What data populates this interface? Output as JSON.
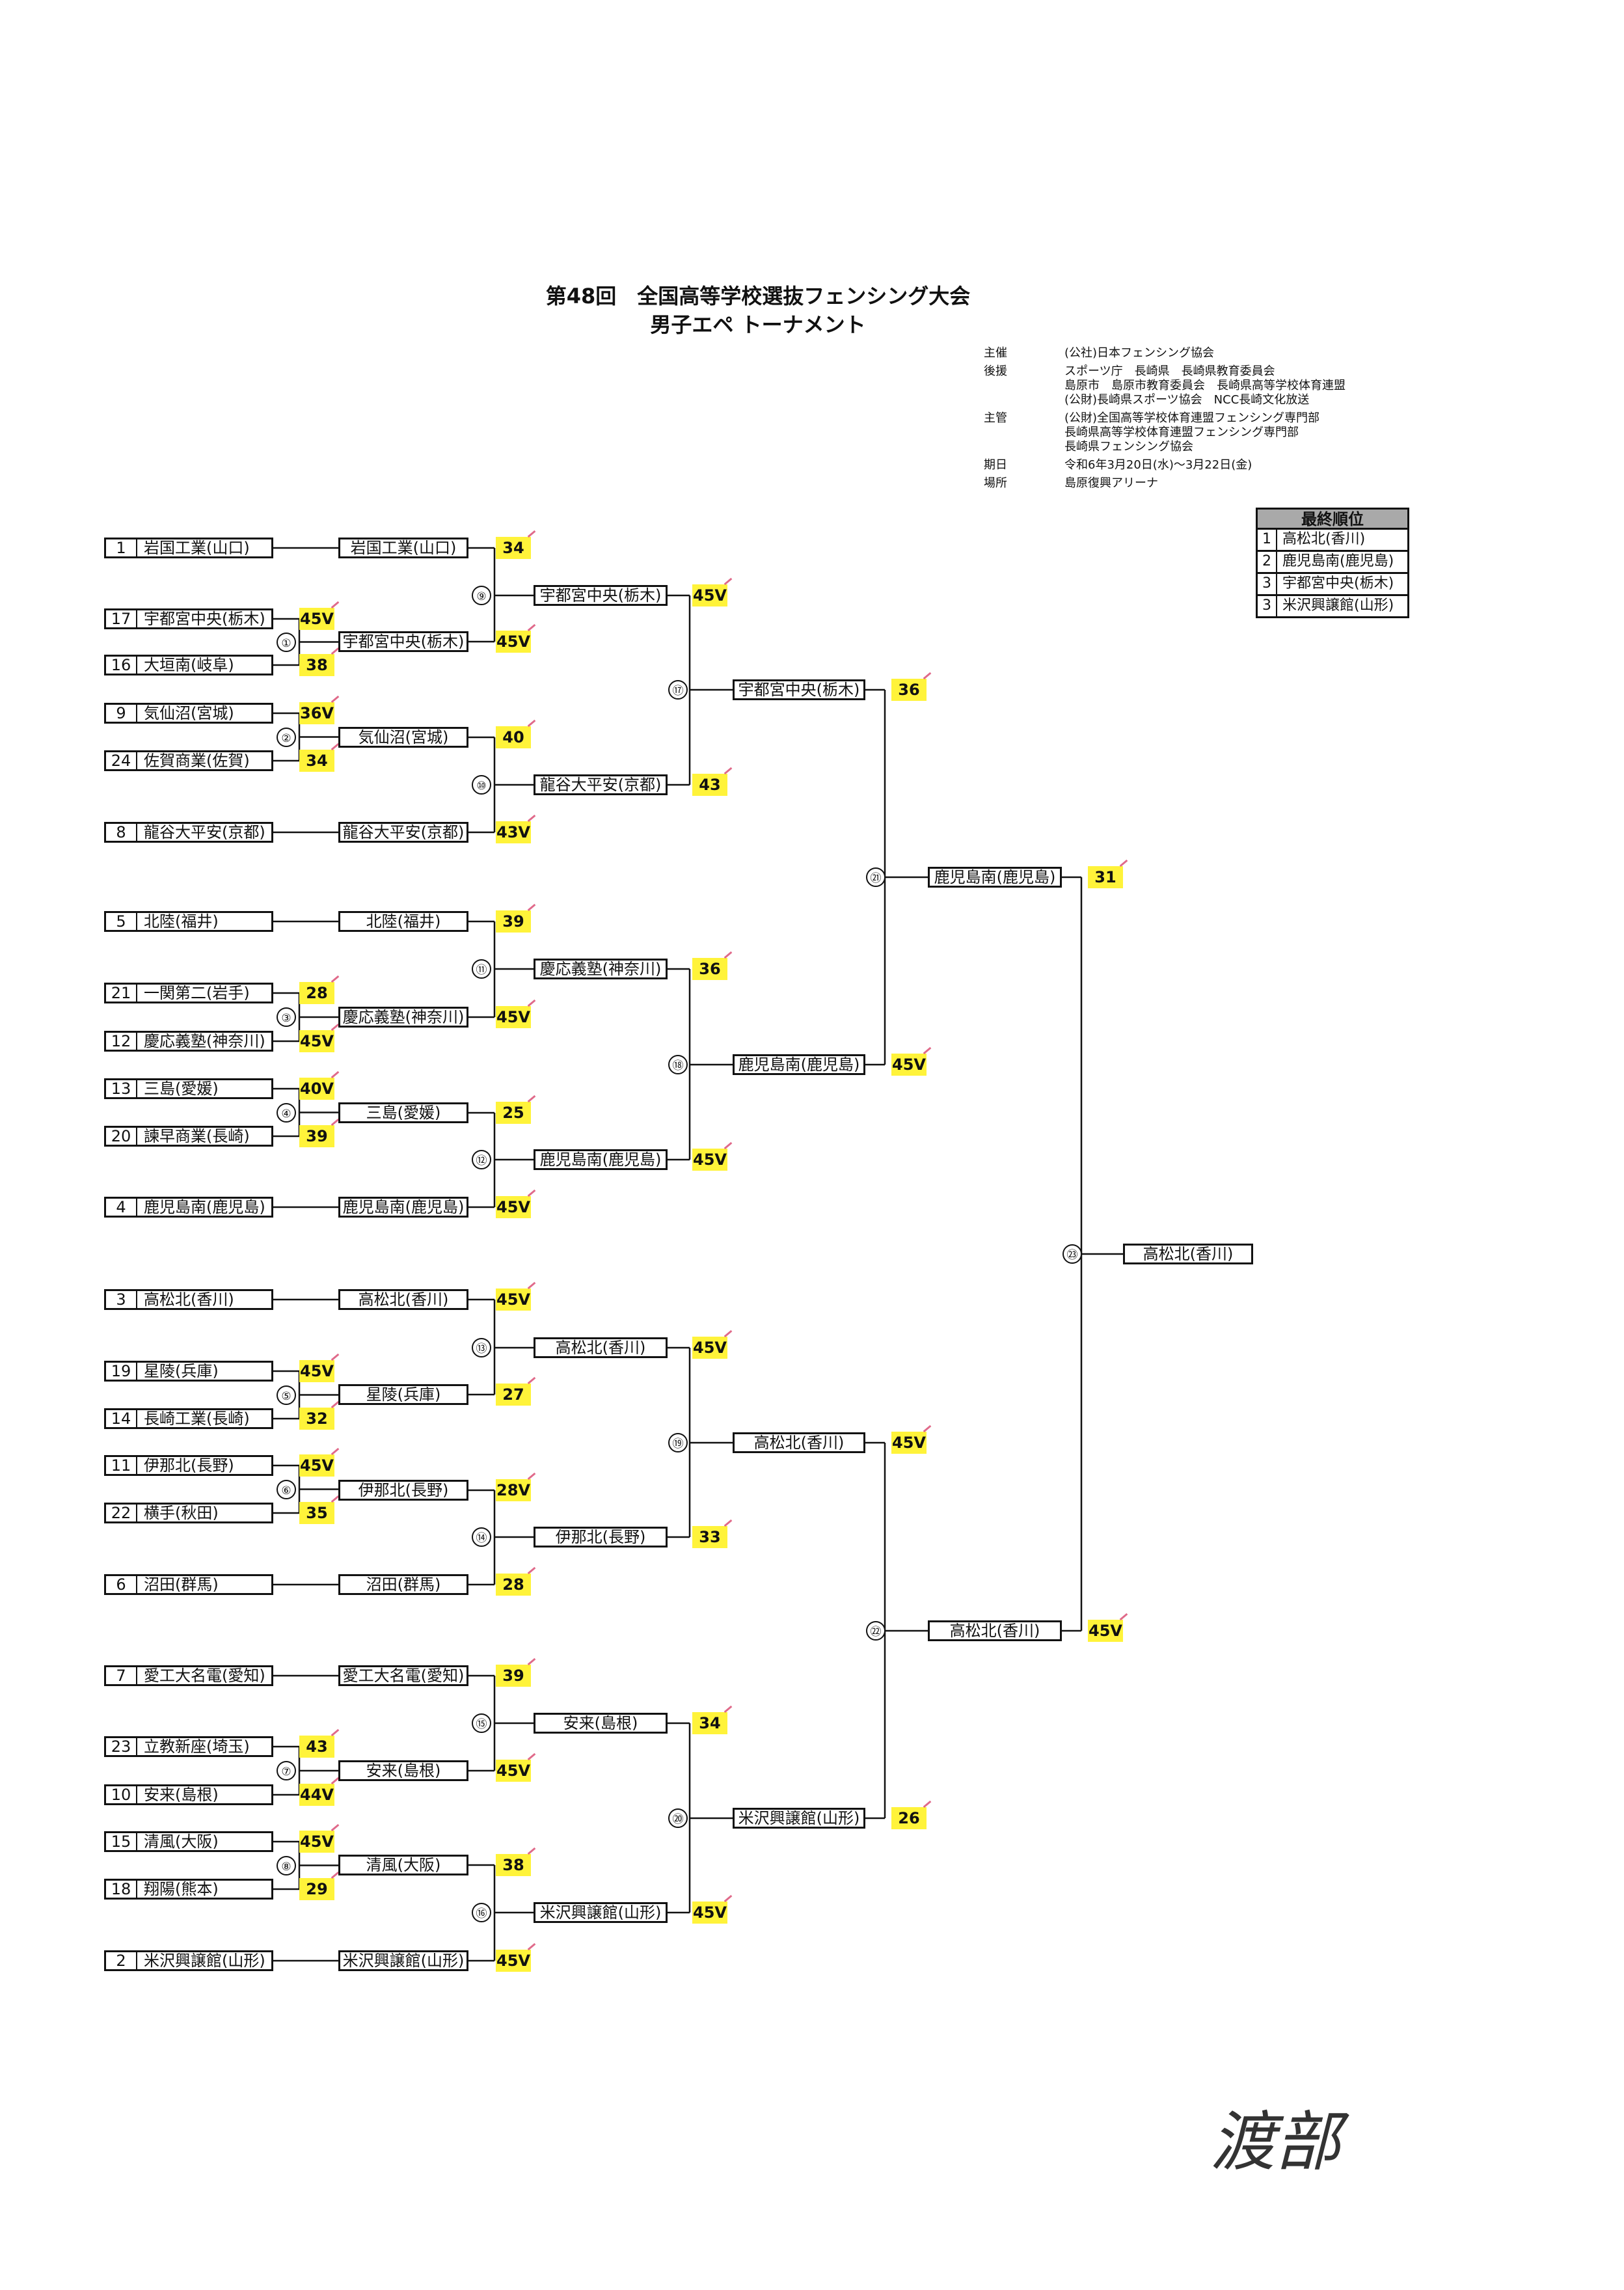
{
  "header": {
    "title_line1": "第48回　全国高等学校選抜フェンシング大会",
    "title_line2": "男子エペ トーナメント"
  },
  "meta": [
    {
      "key": "主催",
      "lines": [
        "(公社)日本フェンシング協会"
      ]
    },
    {
      "key": "後援",
      "lines": [
        "スポーツ庁　長崎県　長崎県教育委員会",
        "島原市　島原市教育委員会　長崎県高等学校体育連盟",
        "(公財)長崎県スポーツ協会　NCC長崎文化放送"
      ]
    },
    {
      "key": "主管",
      "lines": [
        "(公財)全国高等学校体育連盟フェンシング専門部",
        "長崎県高等学校体育連盟フェンシング専門部",
        "長崎県フェンシング協会"
      ]
    },
    {
      "key": "期日",
      "lines": [
        "令和6年3月20日(水)～3月22日(金)"
      ]
    },
    {
      "key": "場所",
      "lines": [
        "島原復興アリーナ"
      ]
    }
  ],
  "final_ranking": {
    "title": "最終順位",
    "rows": [
      {
        "rank": "1",
        "name": "高松北(香川)"
      },
      {
        "rank": "2",
        "name": "鹿児島南(鹿児島)"
      },
      {
        "rank": "3",
        "name": "宇都宮中央(栃木)"
      },
      {
        "rank": "3",
        "name": "米沢興譲館(山形)"
      }
    ]
  },
  "entrants": [
    {
      "seed": "1",
      "name": "岩国工業(山口)"
    },
    {
      "seed": "17",
      "name": "宇都宮中央(栃木)",
      "score": "45V"
    },
    {
      "seed": "16",
      "name": "大垣南(岐阜)",
      "score": "38"
    },
    {
      "seed": "9",
      "name": "気仙沼(宮城)",
      "score": "36V"
    },
    {
      "seed": "24",
      "name": "佐賀商業(佐賀)",
      "score": "34"
    },
    {
      "seed": "8",
      "name": "龍谷大平安(京都)"
    },
    {
      "seed": "5",
      "name": "北陸(福井)"
    },
    {
      "seed": "21",
      "name": "一関第二(岩手)",
      "score": "28"
    },
    {
      "seed": "12",
      "name": "慶応義塾(神奈川)",
      "score": "45V"
    },
    {
      "seed": "13",
      "name": "三島(愛媛)",
      "score": "40V"
    },
    {
      "seed": "20",
      "name": "諫早商業(長崎)",
      "score": "39"
    },
    {
      "seed": "4",
      "name": "鹿児島南(鹿児島)"
    },
    {
      "seed": "3",
      "name": "高松北(香川)"
    },
    {
      "seed": "19",
      "name": "星陵(兵庫)",
      "score": "45V"
    },
    {
      "seed": "14",
      "name": "長崎工業(長崎)",
      "score": "32"
    },
    {
      "seed": "11",
      "name": "伊那北(長野)",
      "score": "45V"
    },
    {
      "seed": "22",
      "name": "横手(秋田)",
      "score": "35"
    },
    {
      "seed": "6",
      "name": "沼田(群馬)"
    },
    {
      "seed": "7",
      "name": "愛工大名電(愛知)"
    },
    {
      "seed": "23",
      "name": "立教新座(埼玉)",
      "score": "43"
    },
    {
      "seed": "10",
      "name": "安来(島根)",
      "score": "44V"
    },
    {
      "seed": "15",
      "name": "清風(大阪)",
      "score": "45V"
    },
    {
      "seed": "18",
      "name": "翔陽(熊本)",
      "score": "29"
    },
    {
      "seed": "2",
      "name": "米沢興譲館(山形)"
    }
  ],
  "round2": [
    {
      "name": "岩国工業(山口)",
      "score": "34"
    },
    {
      "name": "宇都宮中央(栃木)",
      "score": "45V"
    },
    {
      "name": "気仙沼(宮城)",
      "score": "40"
    },
    {
      "name": "龍谷大平安(京都)",
      "score": "43V"
    },
    {
      "name": "北陸(福井)",
      "score": "39"
    },
    {
      "name": "慶応義塾(神奈川)",
      "score": "45V"
    },
    {
      "name": "三島(愛媛)",
      "score": "25"
    },
    {
      "name": "鹿児島南(鹿児島)",
      "score": "45V"
    },
    {
      "name": "高松北(香川)",
      "score": "45V"
    },
    {
      "name": "星陵(兵庫)",
      "score": "27"
    },
    {
      "name": "伊那北(長野)",
      "score": "28V"
    },
    {
      "name": "沼田(群馬)",
      "score": "28"
    },
    {
      "name": "愛工大名電(愛知)",
      "score": "39"
    },
    {
      "name": "安来(島根)",
      "score": "45V"
    },
    {
      "name": "清風(大阪)",
      "score": "38"
    },
    {
      "name": "米沢興譲館(山形)",
      "score": "45V"
    }
  ],
  "round3": [
    {
      "name": "宇都宮中央(栃木)",
      "score": "45V"
    },
    {
      "name": "龍谷大平安(京都)",
      "score": "43"
    },
    {
      "name": "慶応義塾(神奈川)",
      "score": "36"
    },
    {
      "name": "鹿児島南(鹿児島)",
      "score": "45V"
    },
    {
      "name": "高松北(香川)",
      "score": "45V"
    },
    {
      "name": "伊那北(長野)",
      "score": "33"
    },
    {
      "name": "安来(島根)",
      "score": "34"
    },
    {
      "name": "米沢興譲館(山形)",
      "score": "45V"
    }
  ],
  "round4": [
    {
      "name": "宇都宮中央(栃木)",
      "score": "36"
    },
    {
      "name": "鹿児島南(鹿児島)",
      "score": "45V"
    },
    {
      "name": "高松北(香川)",
      "score": "45V"
    },
    {
      "name": "米沢興譲館(山形)",
      "score": "26"
    }
  ],
  "semis": [
    {
      "name": "鹿児島南(鹿児島)",
      "score": "31"
    },
    {
      "name": "高松北(香川)",
      "score": "45V"
    }
  ],
  "champion": {
    "name": "高松北(香川)"
  },
  "match_numbers": {
    "r1": [
      "①",
      "②",
      "③",
      "④",
      "⑤",
      "⑥",
      "⑦",
      "⑧"
    ],
    "r2": [
      "⑨",
      "⑩",
      "⑪",
      "⑫",
      "⑬",
      "⑭",
      "⑮",
      "⑯"
    ],
    "r3": [
      "⑰",
      "⑱",
      "⑲",
      "⑳"
    ],
    "r4": [
      "㉑",
      "㉒"
    ],
    "final": "㉓"
  },
  "signature": "渡部"
}
